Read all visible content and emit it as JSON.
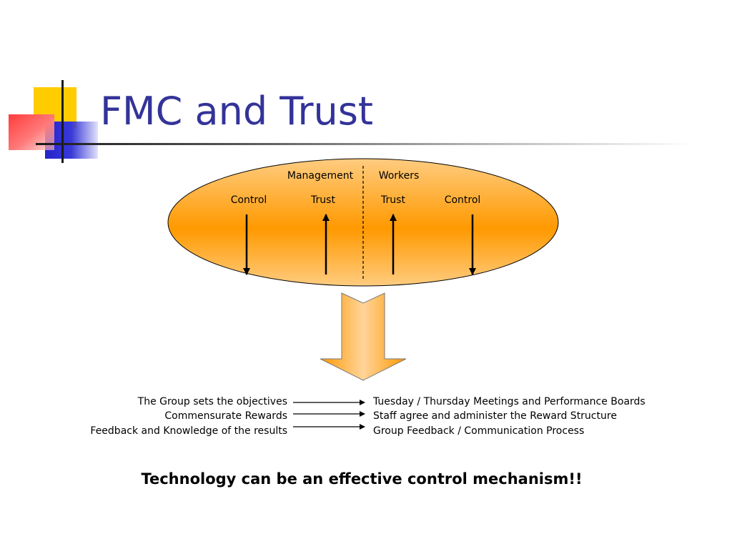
{
  "slide": {
    "title": "FMC and Trust",
    "conclusion": "Technology can be an effective control mechanism!!"
  },
  "diagram": {
    "groups": [
      {
        "label": "Management",
        "flows": [
          {
            "label": "Control",
            "direction": "down"
          },
          {
            "label": "Trust",
            "direction": "up"
          }
        ]
      },
      {
        "label": "Workers",
        "flows": [
          {
            "label": "Trust",
            "direction": "up"
          },
          {
            "label": "Control",
            "direction": "down"
          }
        ]
      }
    ],
    "mappings": [
      {
        "from": "The Group sets the objectives",
        "to": "Tuesday / Thursday Meetings and Performance Boards"
      },
      {
        "from": "Commensurate Rewards",
        "to": "Staff agree and administer the Reward Structure"
      },
      {
        "from": "Feedback and Knowledge of the results",
        "to": "Group Feedback / Communication Process"
      }
    ]
  },
  "colors": {
    "title": "#333399",
    "ellipse_dark": "#ff9900",
    "ellipse_light": "#ffcc80",
    "accent_yellow": "#ffcc00",
    "accent_blue": "#2323cc",
    "accent_red": "#ff3b3b"
  }
}
